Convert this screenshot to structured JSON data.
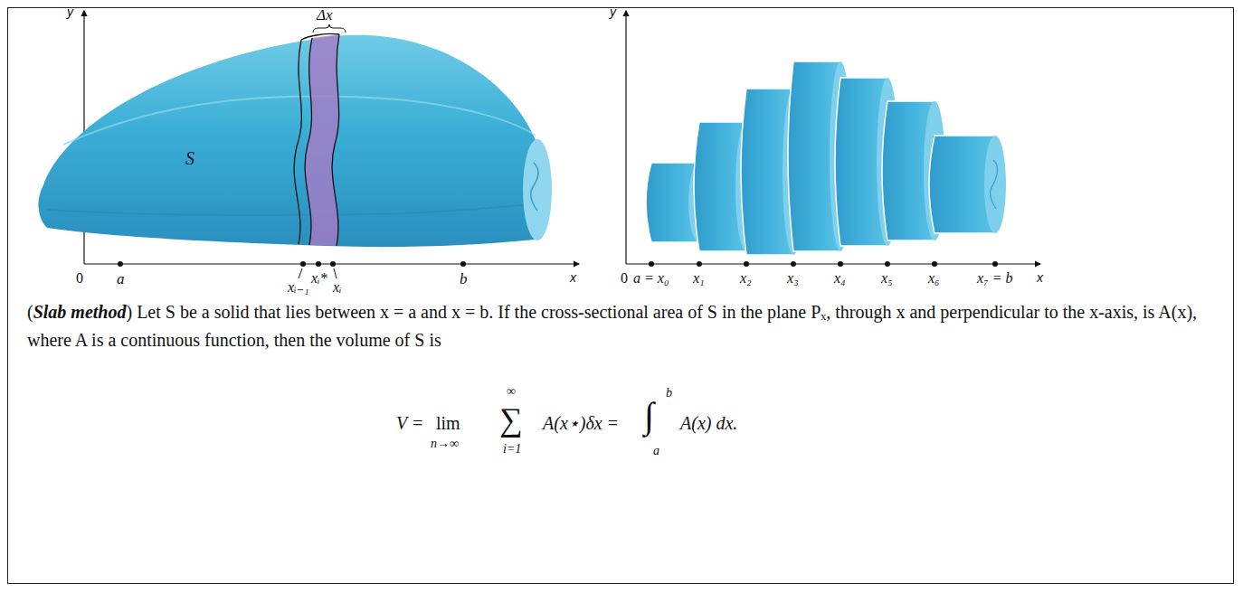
{
  "diagram": {
    "caption": "(Slab method) Let S be a solid that lies between x = a and x = b. If the cross-sectional area of S in the plane Pₓ, through x and perpendicular to the x-axis, is A(x), where A is a continuous function, then the volume of S is",
    "labels": [
      "y",
      "Δx",
      "S",
      "0",
      "a",
      "xᵢ₋₁",
      "xᵢ*",
      "xᵢ",
      "b",
      "x",
      "y",
      "0",
      "a = x₀",
      "x₁",
      "x₂",
      "x₃",
      "x₄",
      "x₅",
      "x₆",
      "x₇ = b",
      "x",
      "V =",
      "lim",
      "n→∞",
      "∞",
      "∑",
      "i=1",
      "A(x⋆)δx =",
      "∫",
      "b",
      "a",
      "A(x) dx."
    ]
  }
}
